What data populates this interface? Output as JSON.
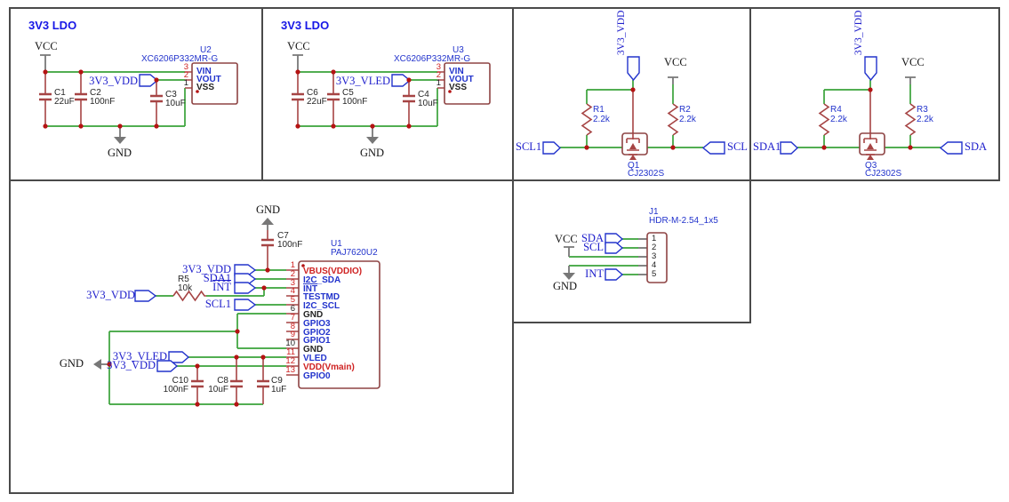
{
  "colors": {
    "wire_green": "#3aa33a",
    "symbol_maroon": "#a64444",
    "junction_red": "#b51313",
    "net_blue": "#2020cc",
    "pin_red": "#cf2222",
    "title_blue": "#1717e6"
  },
  "blocks": {
    "ldo1": {
      "title": "3V3 LDO",
      "vcc": "VCC",
      "gnd": "GND",
      "output_net": "3V3_VDD",
      "c_in": {
        "ref": "C1",
        "val": "22uF"
      },
      "c_mid": {
        "ref": "C2",
        "val": "100nF"
      },
      "c_out": {
        "ref": "C3",
        "val": "10uF"
      },
      "ic": {
        "ref": "U2",
        "part": "XC6206P332MR-G",
        "pin3": {
          "n": "3",
          "name": "VIN"
        },
        "pin2": {
          "n": "2",
          "name": "VOUT"
        },
        "pin1": {
          "n": "1",
          "name": "VSS"
        }
      }
    },
    "ldo2": {
      "title": "3V3 LDO",
      "vcc": "VCC",
      "gnd": "GND",
      "output_net": "3V3_VLED",
      "c_in": {
        "ref": "C6",
        "val": "22uF"
      },
      "c_mid": {
        "ref": "C5",
        "val": "100nF"
      },
      "c_out": {
        "ref": "C4",
        "val": "10uF"
      },
      "ic": {
        "ref": "U3",
        "part": "XC6206P332MR-G",
        "pin3": {
          "n": "3",
          "name": "VIN"
        },
        "pin2": {
          "n": "2",
          "name": "VOUT"
        },
        "pin1": {
          "n": "1",
          "name": "VSS"
        }
      }
    },
    "scl_shift": {
      "top_net": "3V3_VDD",
      "vcc": "VCC",
      "net_in": "SCL1",
      "net_out": "SCL",
      "r_left": {
        "ref": "R1",
        "val": "2.2k"
      },
      "r_right": {
        "ref": "R2",
        "val": "2.2k"
      },
      "fet": {
        "ref": "Q1",
        "part": "CJ2302S"
      }
    },
    "sda_shift": {
      "top_net": "3V3_VDD",
      "vcc": "VCC",
      "net_in": "SDA1",
      "net_out": "SDA",
      "r_left": {
        "ref": "R4",
        "val": "2.2k"
      },
      "r_right": {
        "ref": "R3",
        "val": "2.2k"
      },
      "fet": {
        "ref": "Q3",
        "part": "CJ2302S"
      }
    },
    "sensor": {
      "gnd_top": "GND",
      "gnd_left": "GND",
      "pullup_net": "3V3_VDD",
      "flag1": "3V3_VDD",
      "flag2": "SDA1",
      "flag3": "INT",
      "flag5": "SCL1",
      "vled_net": "3V3_VLED",
      "vdd_net": "3V3_VDD",
      "c7": {
        "ref": "C7",
        "val": "100nF"
      },
      "c10": {
        "ref": "C10",
        "val": "100nF"
      },
      "c8": {
        "ref": "C8",
        "val": "10uF"
      },
      "c9": {
        "ref": "C9",
        "val": "1uF"
      },
      "r5": {
        "ref": "R5",
        "val": "10k"
      },
      "ic": {
        "ref": "U1",
        "part": "PAJ7620U2",
        "pins": [
          {
            "n": "1",
            "name": "VBUS(VDDIO)"
          },
          {
            "n": "2",
            "name": "I2C_SDA"
          },
          {
            "n": "3",
            "name": "INT"
          },
          {
            "n": "4",
            "name": "TESTMD"
          },
          {
            "n": "5",
            "name": "I2C_SCL"
          },
          {
            "n": "6",
            "name": "GND"
          },
          {
            "n": "7",
            "name": "GPIO3"
          },
          {
            "n": "8",
            "name": "GPIO2"
          },
          {
            "n": "9",
            "name": "GPIO1"
          },
          {
            "n": "10",
            "name": "GND"
          },
          {
            "n": "11",
            "name": "VLED"
          },
          {
            "n": "12",
            "name": "VDD(Vmain)"
          },
          {
            "n": "13",
            "name": "GPIO0"
          }
        ]
      }
    },
    "header": {
      "ref": "J1",
      "part": "HDR-M-2.54_1x5",
      "vcc": "VCC",
      "gnd": "GND",
      "net_sda": "SDA",
      "net_scl": "SCL",
      "net_int": "INT",
      "pins": [
        "1",
        "2",
        "3",
        "4",
        "5"
      ]
    }
  }
}
